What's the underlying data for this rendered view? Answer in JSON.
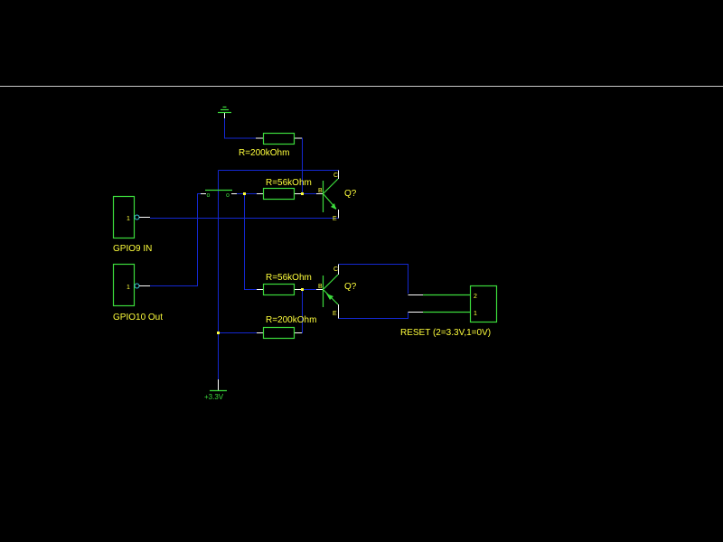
{
  "colors": {
    "background": "#000000",
    "wire": "#1428d2",
    "component": "#3cdc3c",
    "label": "#ffff3c",
    "lead": "#ffffff",
    "divider": "#c8c8c8"
  },
  "connectors": [
    {
      "name": "GPIO9 IN",
      "pin": "1"
    },
    {
      "name": "GPIO10 Out",
      "pin": "1"
    },
    {
      "name": "RESET (2=3.3V,1=0V)",
      "pins": [
        "2",
        "1"
      ]
    }
  ],
  "resistors": [
    {
      "label": "R=200kOhm"
    },
    {
      "label": "R=56kOhm"
    },
    {
      "label": "R=56kOhm"
    },
    {
      "label": "R=200kOhm"
    }
  ],
  "transistors": [
    {
      "ref": "Q?",
      "pins": {
        "c": "C",
        "b": "B",
        "e": "E"
      }
    },
    {
      "ref": "Q?",
      "pins": {
        "c": "C",
        "b": "B",
        "e": "E"
      }
    }
  ],
  "switch": {
    "pin_a": "o",
    "pin_b": "o"
  },
  "power": {
    "supply": "+3.3V"
  }
}
